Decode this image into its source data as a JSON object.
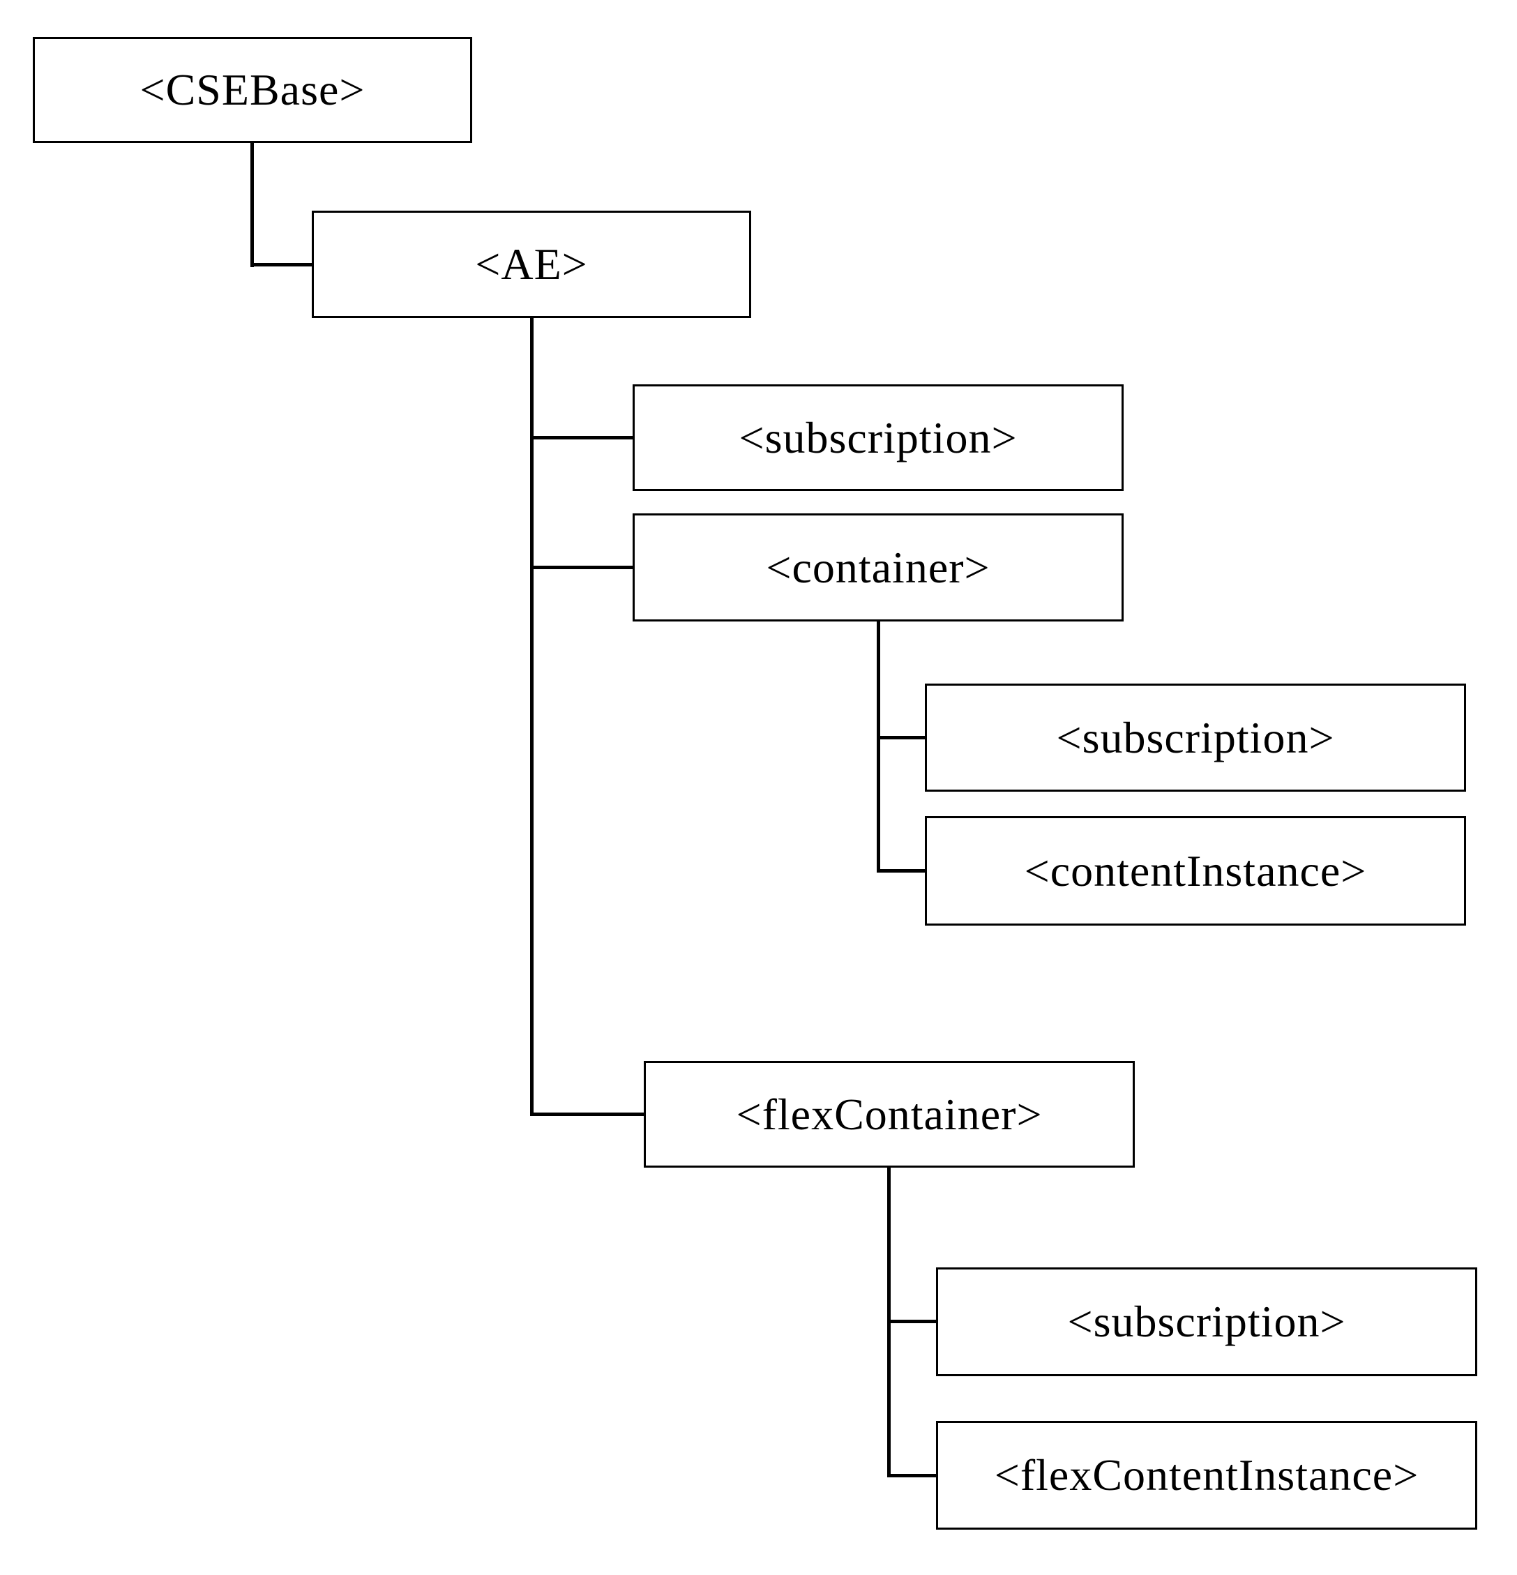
{
  "diagram": {
    "nodes": {
      "csebase": {
        "label": "<CSEBase>"
      },
      "ae": {
        "label": "<AE>"
      },
      "ae_subscription": {
        "label": "<subscription>"
      },
      "container": {
        "label": "<container>"
      },
      "container_subscription": {
        "label": "<subscription>"
      },
      "content_instance": {
        "label": "<contentInstance>"
      },
      "flex_container": {
        "label": "<flexContainer>"
      },
      "flex_container_subscription": {
        "label": "<subscription>"
      },
      "flex_content_instance": {
        "label": "<flexContentInstance>"
      }
    },
    "edges": [
      {
        "from": "<CSEBase>",
        "to": "<AE>"
      },
      {
        "from": "<AE>",
        "to": "<subscription>"
      },
      {
        "from": "<AE>",
        "to": "<container>"
      },
      {
        "from": "<container>",
        "to": "<subscription>"
      },
      {
        "from": "<container>",
        "to": "<contentInstance>"
      },
      {
        "from": "<AE>",
        "to": "<flexContainer>"
      },
      {
        "from": "<flexContainer>",
        "to": "<subscription>"
      },
      {
        "from": "<flexContainer>",
        "to": "<flexContentInstance>"
      }
    ],
    "colors": {
      "background": "#ffffff",
      "box_border": "#000000",
      "text": "#000000",
      "connector": "#000000"
    }
  }
}
